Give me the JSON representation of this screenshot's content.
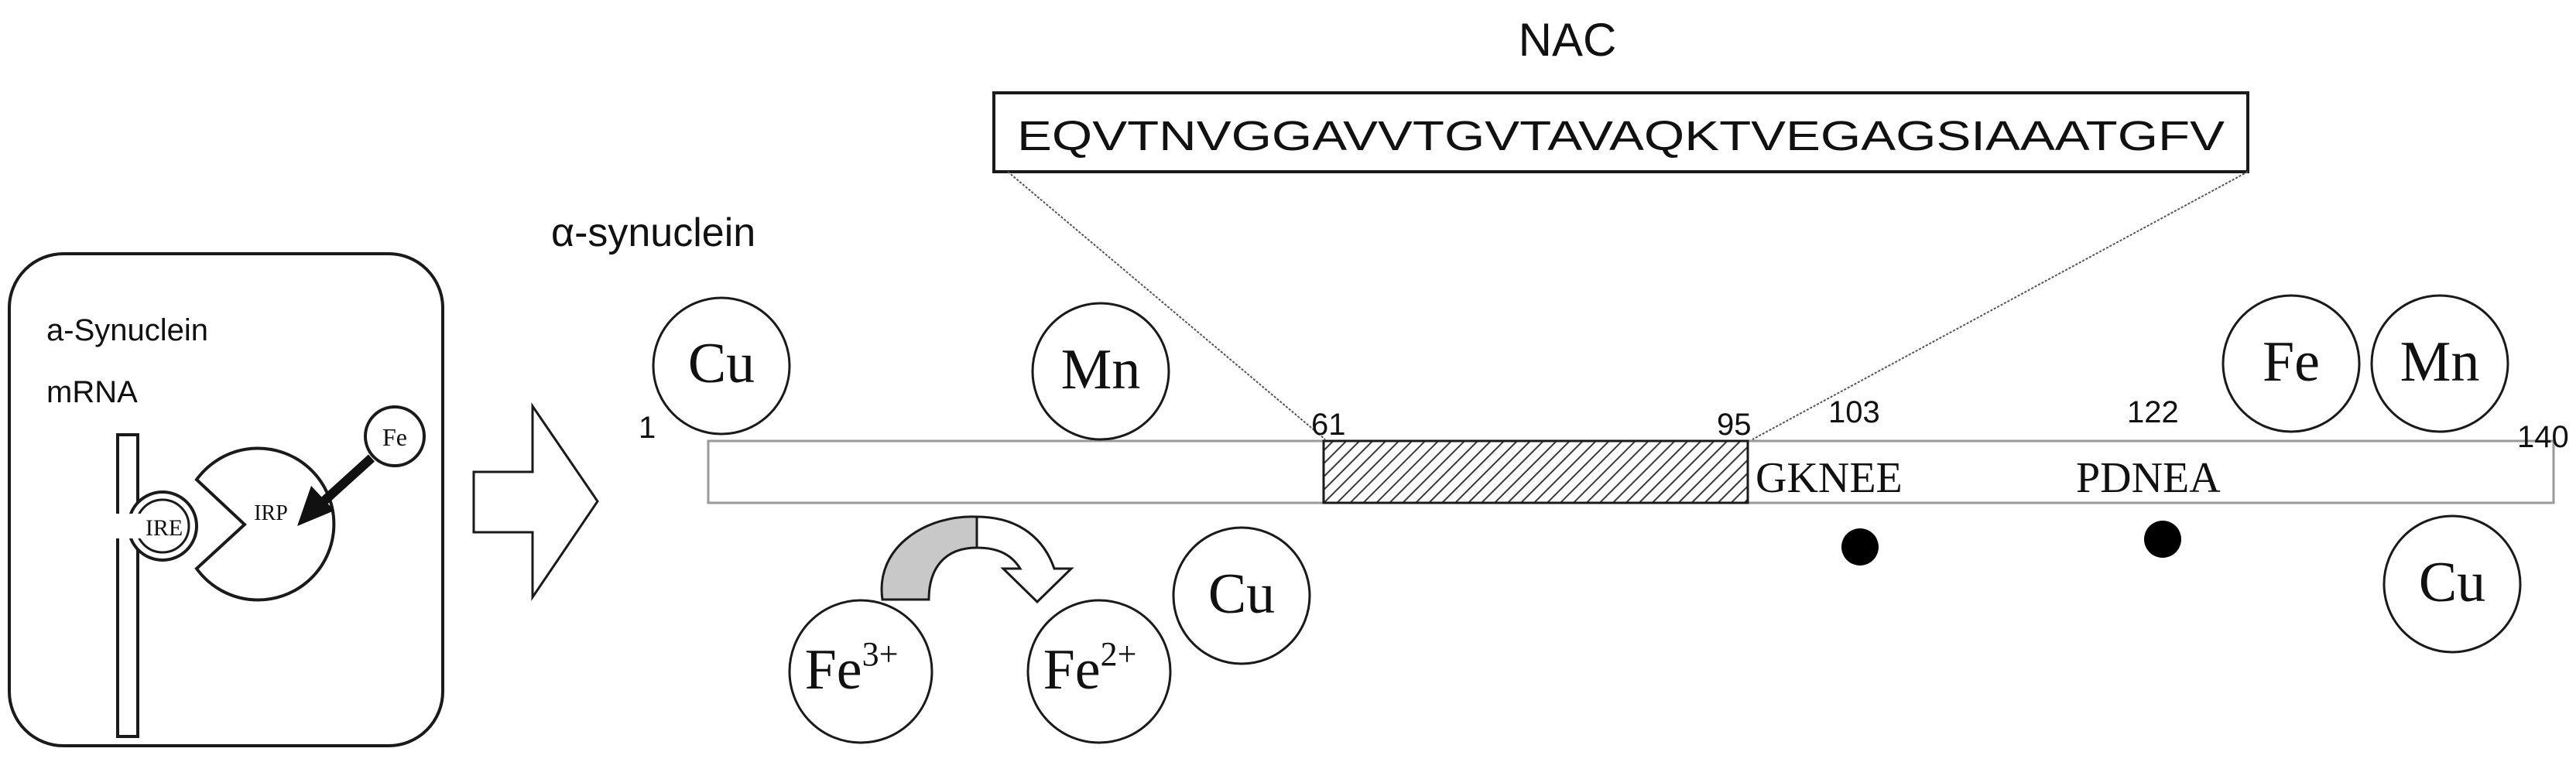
{
  "inset": {
    "title_line1": "a-Synuclein",
    "title_line2": "mRNA",
    "ire_label": "IRE",
    "irp_label": "IRP",
    "fe_label": "Fe"
  },
  "nac": {
    "title": "NAC",
    "sequence": "EQVTNVGGAVVTGVTAVAQKTVEGAGSIAAATGFV"
  },
  "protein": {
    "name": "α-synuclein",
    "residue_start": "1",
    "residue_61": "61",
    "residue_95": "95",
    "residue_103": "103",
    "residue_122": "122",
    "residue_end": "140",
    "motif_1": "GKNEE",
    "motif_2": "PDNEA"
  },
  "metals": {
    "cu_left": "Cu",
    "mn_left": "Mn",
    "cu_mid": "Cu",
    "fe_right": "Fe",
    "mn_right": "Mn",
    "cu_right": "Cu",
    "fe3_base": "Fe",
    "fe3_sup": "3+",
    "fe2_base": "Fe",
    "fe2_sup": "2+"
  },
  "colors": {
    "stroke": "#1a1a1a",
    "bar_stroke": "#9a9a9a",
    "hatch": "#3a3a3a",
    "curved_arrow_fill": "#c8c8c8"
  }
}
